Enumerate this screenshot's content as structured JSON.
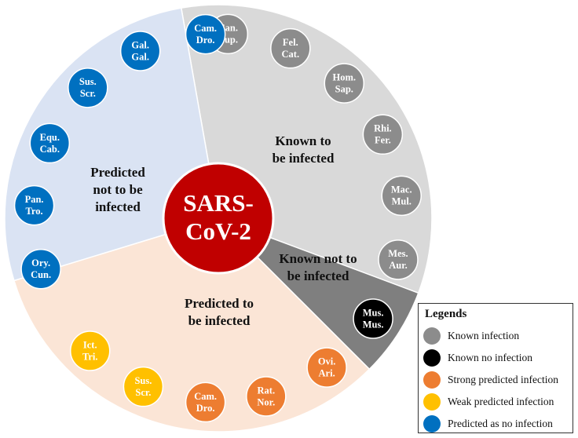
{
  "center": {
    "lines": [
      "SARS-",
      "CoV-2"
    ]
  },
  "colors": {
    "known": "#8c8c8c",
    "known_no": "#000000",
    "strong": "#ed7d31",
    "weak": "#ffc000",
    "no": "#0070c0",
    "center": "#c00000",
    "sector_known": "#d9d9d9",
    "sector_known_no": "#7f7f7f",
    "sector_predicted": "#fbe5d6",
    "sector_no": "#dae3f3"
  },
  "regions": {
    "known": [
      "Known to",
      "be infected"
    ],
    "known_no": [
      "Known not to",
      "be infected"
    ],
    "predicted": [
      "Predicted to",
      "be infected"
    ],
    "no": [
      "Predicted",
      "not to be",
      "infected"
    ]
  },
  "nodes": [
    {
      "lines": [
        "Can.",
        "Lup."
      ],
      "category": "known"
    },
    {
      "lines": [
        "Fel.",
        "Cat."
      ],
      "category": "known"
    },
    {
      "lines": [
        "Hom.",
        "Sap."
      ],
      "category": "known"
    },
    {
      "lines": [
        "Rhi.",
        "Fer."
      ],
      "category": "known"
    },
    {
      "lines": [
        "Mac.",
        "Mul."
      ],
      "category": "known"
    },
    {
      "lines": [
        "Mes.",
        "Aur."
      ],
      "category": "known"
    },
    {
      "lines": [
        "Mus.",
        "Mus."
      ],
      "category": "known_no"
    },
    {
      "lines": [
        "Ovi.",
        "Ari."
      ],
      "category": "strong"
    },
    {
      "lines": [
        "Rat.",
        "Nor."
      ],
      "category": "strong"
    },
    {
      "lines": [
        "Cam.",
        "Dro."
      ],
      "category": "strong"
    },
    {
      "lines": [
        "Sus.",
        "Scr."
      ],
      "category": "weak"
    },
    {
      "lines": [
        "Ict.",
        "Tri."
      ],
      "category": "weak"
    },
    {
      "lines": [
        "Ory.",
        "Cun."
      ],
      "category": "no"
    },
    {
      "lines": [
        "Pan.",
        "Tro."
      ],
      "category": "no"
    },
    {
      "lines": [
        "Equ.",
        "Cab."
      ],
      "category": "no"
    },
    {
      "lines": [
        "Sus.",
        "Scr."
      ],
      "category": "no"
    },
    {
      "lines": [
        "Gal.",
        "Gal."
      ],
      "category": "no"
    },
    {
      "lines": [
        "Cam.",
        "Dro."
      ],
      "category": "no"
    }
  ],
  "legend": {
    "title": "Legends",
    "items": [
      {
        "label": "Known infection",
        "category": "known"
      },
      {
        "label": "Known no infection",
        "category": "known_no"
      },
      {
        "label": "Strong predicted infection",
        "category": "strong"
      },
      {
        "label": "Weak predicted infection",
        "category": "weak"
      },
      {
        "label": "Predicted as no infection",
        "category": "no"
      }
    ]
  }
}
